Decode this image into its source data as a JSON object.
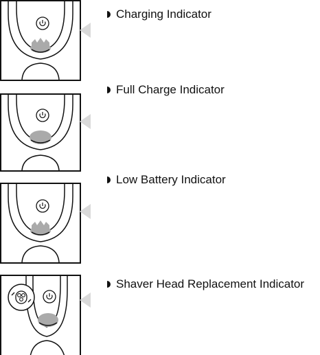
{
  "indicators": [
    {
      "label": "Charging Indicator",
      "state": "charging",
      "illustration": {
        "power_icon": "power-icon",
        "lamp_icon": "pulsing-lamp-icon",
        "lamp_color": "#aaaaaa"
      }
    },
    {
      "label": "Full Charge Indicator",
      "state": "full",
      "illustration": {
        "power_icon": "power-icon",
        "lamp_icon": "solid-lamp-icon",
        "lamp_color": "#aaaaaa"
      }
    },
    {
      "label": "Low Battery Indicator",
      "state": "low",
      "illustration": {
        "power_icon": "power-icon",
        "lamp_icon": "pulsing-lamp-icon",
        "lamp_color": "#aaaaaa"
      }
    },
    {
      "label": "Shaver Head Replacement Indicator",
      "state": "replace-head",
      "illustration": {
        "power_icon": "power-icon",
        "lamp_icon": "solid-lamp-icon",
        "head_icon": "shaver-head-icon",
        "lamp_color": "#aaaaaa"
      }
    }
  ],
  "colors": {
    "outline": "#111111",
    "pointer": "#d9d9d9",
    "lamp": "#aaaaaa"
  }
}
